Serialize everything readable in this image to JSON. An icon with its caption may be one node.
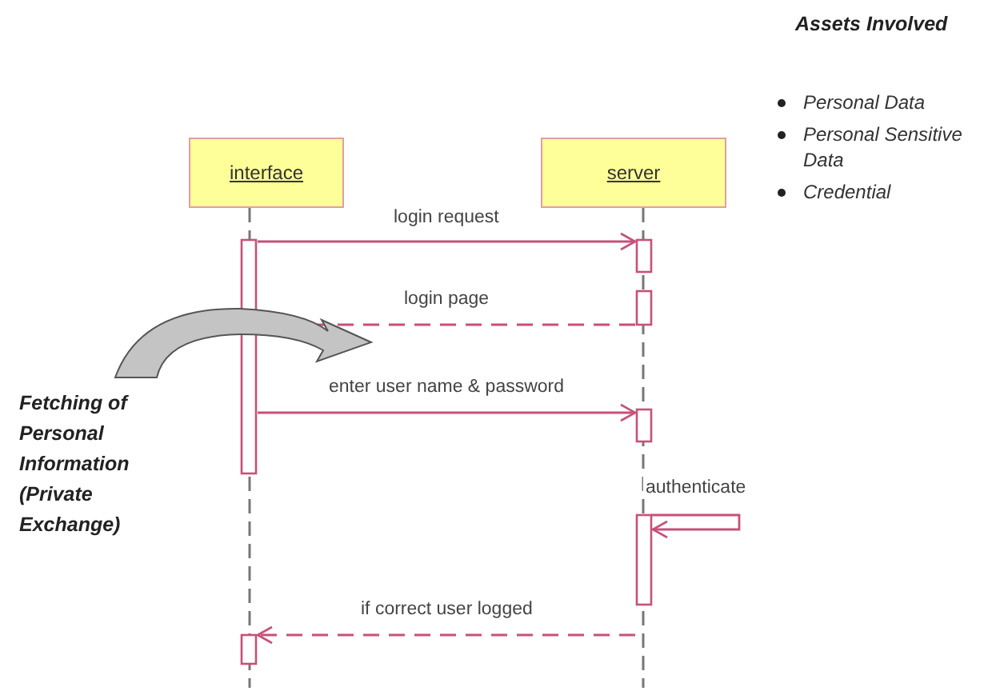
{
  "diagram": {
    "nodes": [
      {
        "text": [
          "interface"
        ]
      },
      {
        "text": [
          "server"
        ]
      }
    ],
    "edges": [
      {
        "from": 0,
        "to": 1,
        "arrow": "to",
        "label": "login request"
      },
      {
        "from": 1,
        "to": 0,
        "arrow": "to",
        "label": "login page",
        "style": "dashed"
      },
      {
        "from": 0,
        "to": 1,
        "arrow": "to",
        "label": "enter user name & password"
      },
      {
        "from": 1,
        "to": 1,
        "arrow": "to",
        "label": "authenticate"
      },
      {
        "from": 1,
        "to": 0,
        "arrow": "to",
        "label": "if correct user logged",
        "style": "dashed"
      }
    ],
    "labels": [
      "Fetching of Personal Information (Private Exchange)",
      "Assets Involved",
      "Personal Data",
      "Personal Sensitive Data",
      "Credential"
    ]
  }
}
